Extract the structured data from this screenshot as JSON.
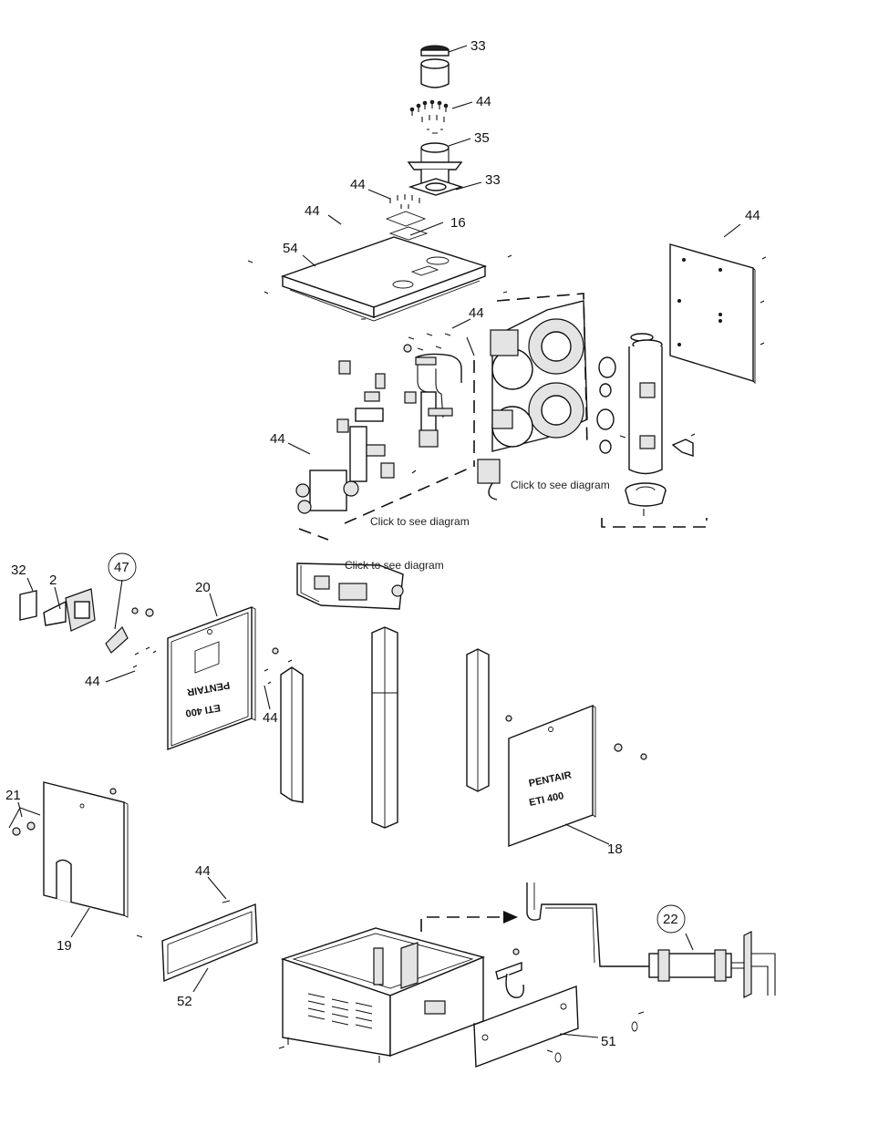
{
  "callouts": {
    "c33a": "33",
    "c44a": "44",
    "c35": "35",
    "c33b": "33",
    "c44b": "44",
    "c44c": "44",
    "c16": "16",
    "c54": "54",
    "c44d": "44",
    "c44e": "44",
    "c44f": "44",
    "c32": "32",
    "c2": "2",
    "c47": "47",
    "c20": "20",
    "c44g": "44",
    "c44h": "44",
    "c21": "21",
    "c19": "19",
    "c44i": "44",
    "c52": "52",
    "c18": "18",
    "c22": "22",
    "c51": "51"
  },
  "links": {
    "plumbing": "Click to see diagram",
    "heat_exchanger": "Click to see diagram",
    "control_box": "Click to see diagram"
  },
  "panel_text": {
    "brand": "PENTAIR",
    "model": "ETI 400"
  }
}
